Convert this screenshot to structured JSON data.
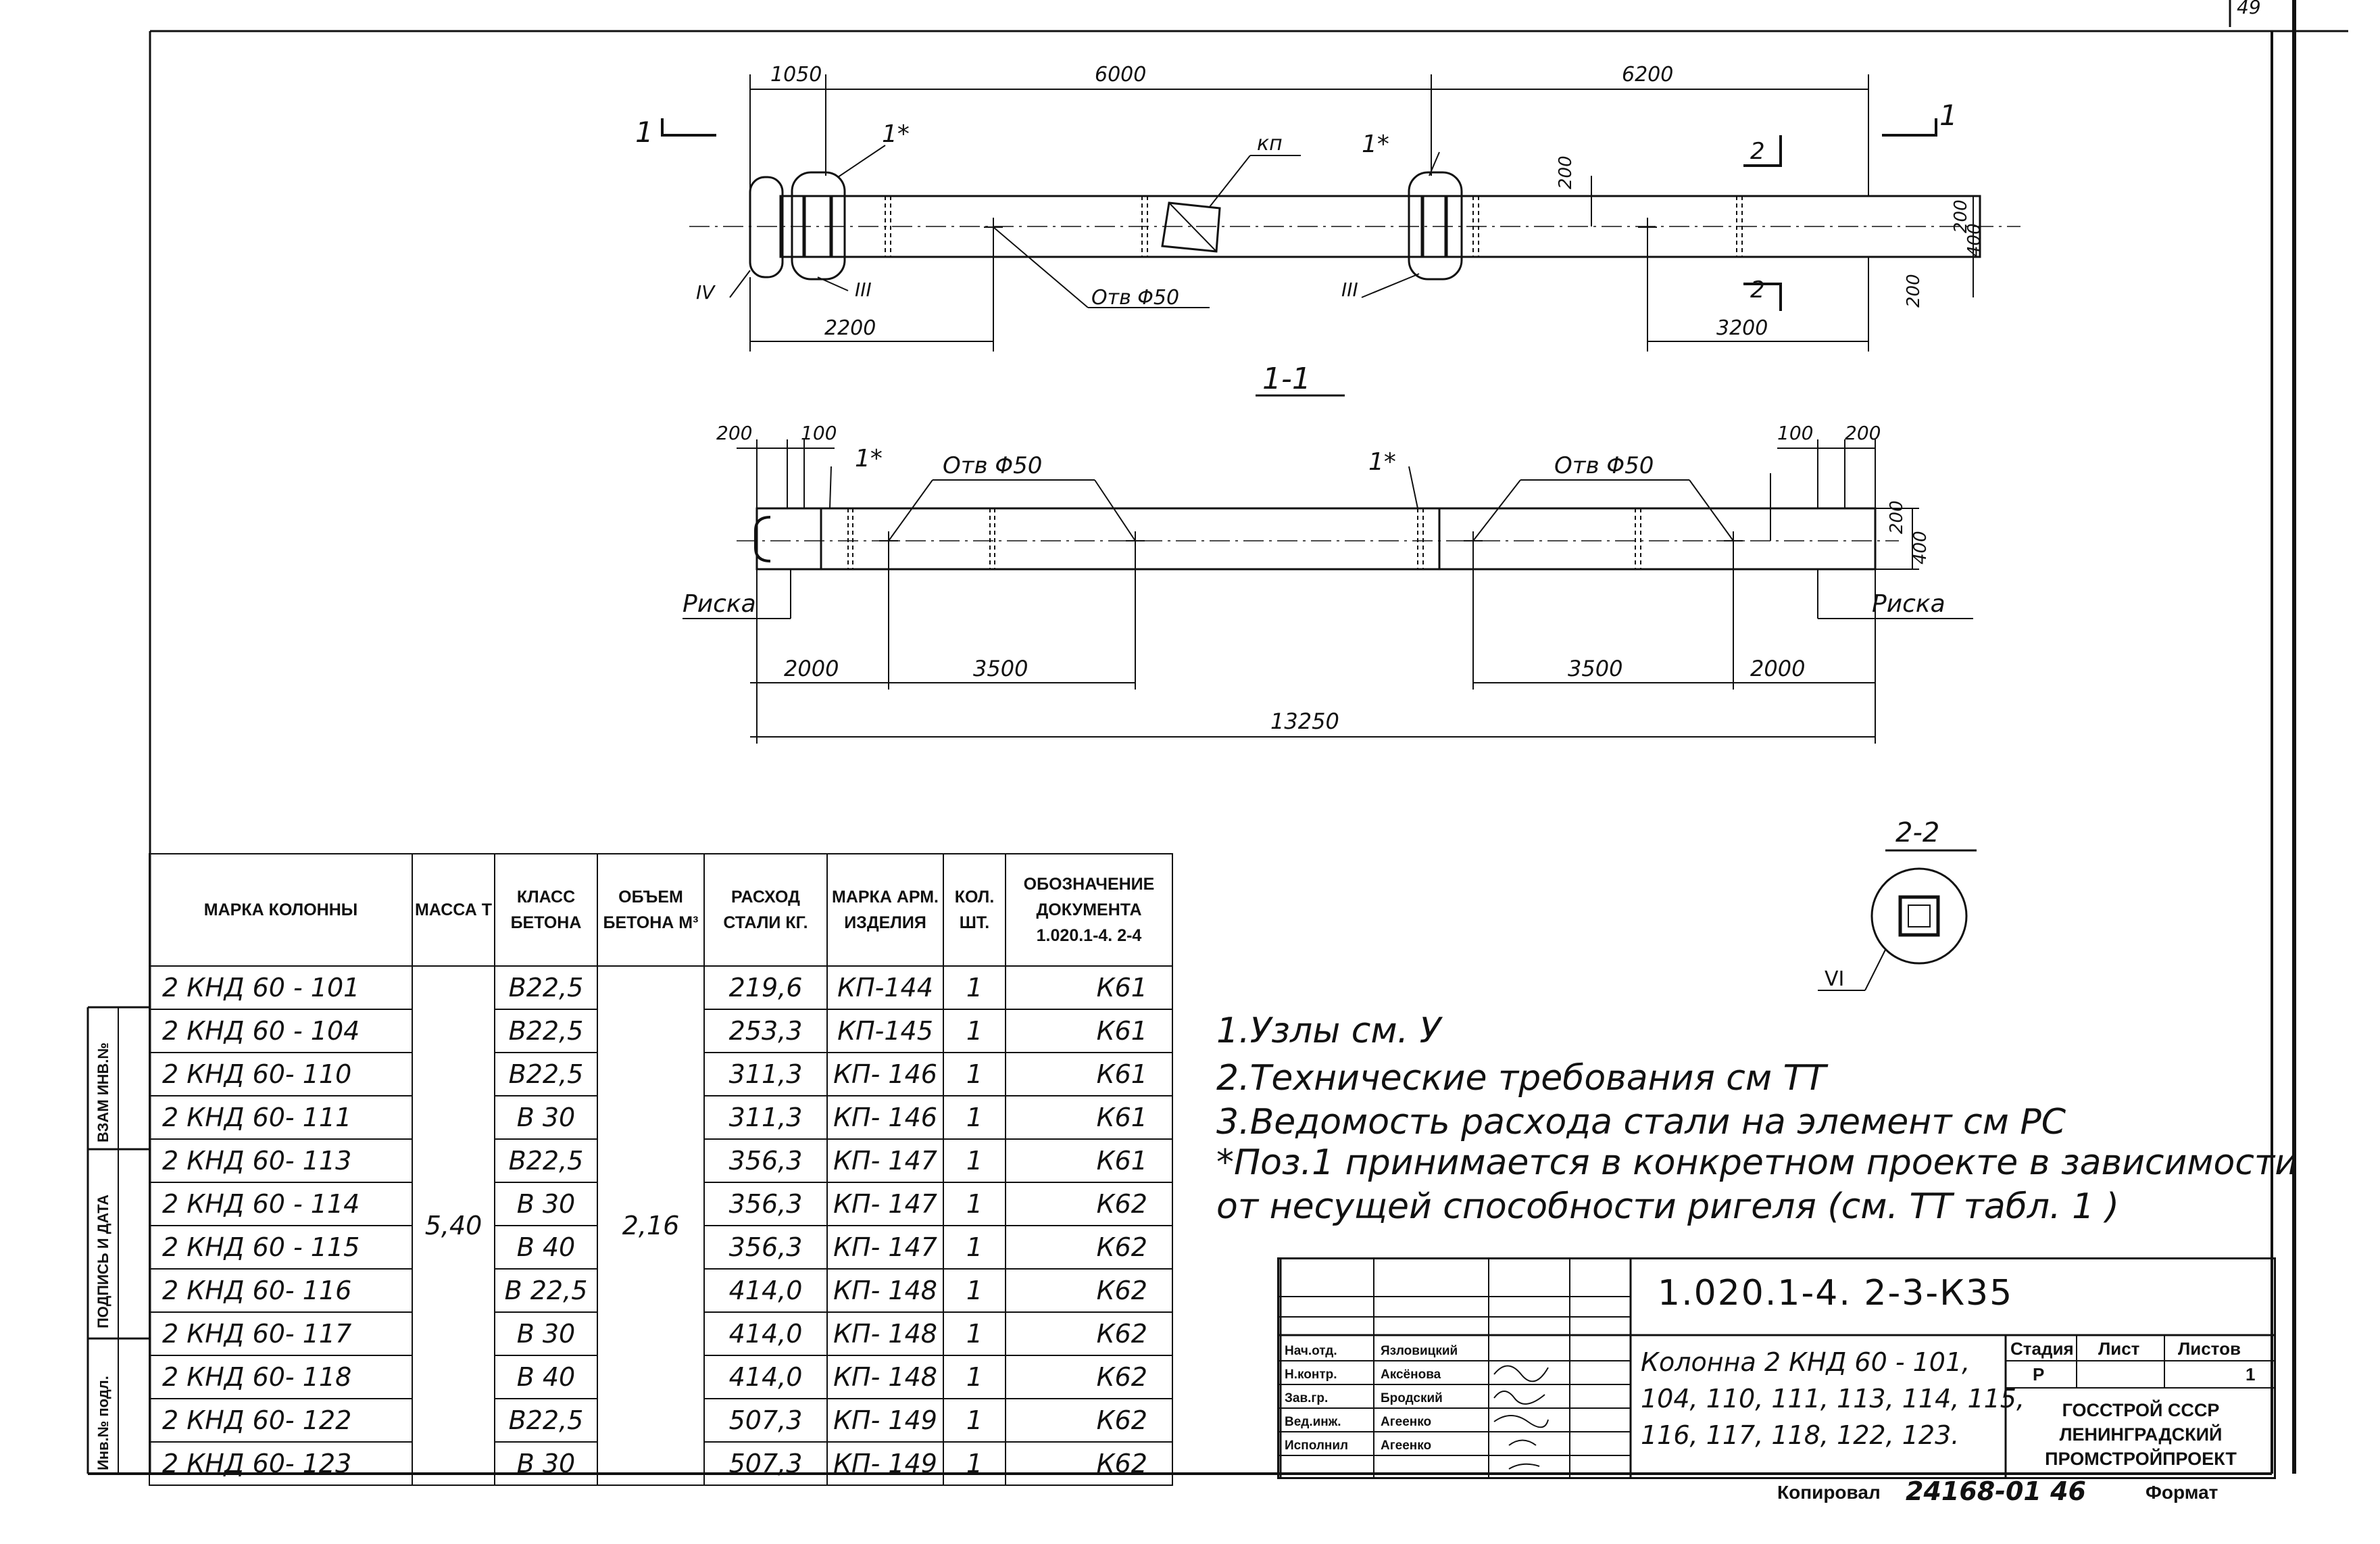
{
  "page_number": "49",
  "drawing": {
    "section_1_1": {
      "cut_mark": "1",
      "cut_mark_right": "1",
      "dims_top": [
        "1050",
        "6000",
        "6200"
      ],
      "dims_bottom": [
        "2200",
        "3200"
      ],
      "dims_right": [
        "200",
        "400",
        "200"
      ],
      "dim_inner": "200",
      "callouts": [
        "1*",
        "1*",
        "кп"
      ],
      "node_labels": [
        "IV",
        "III",
        "III"
      ],
      "section_2": "2",
      "hole_label": "Отв Φ50",
      "title": "1-1"
    },
    "elevation": {
      "dims_top_left": [
        "200",
        "100"
      ],
      "dims_top_right": [
        "100",
        "200"
      ],
      "dims_right": [
        "200",
        "400"
      ],
      "callouts": [
        "1*",
        "1*"
      ],
      "hole_labels": [
        "Отв Φ50",
        "Отв Φ50"
      ],
      "risk_left": "Риска",
      "risk_right": "Риска",
      "dims_bottom": [
        "2000",
        "3500",
        "3500",
        "2000"
      ],
      "total_length": "13250"
    },
    "section_2_2": {
      "title": "2-2",
      "node_label": "VI"
    }
  },
  "spec_table": {
    "headers": [
      "МАРКА КОЛОННЫ",
      "МАССА Т",
      "КЛАСС БЕТОНА",
      "ОБЪЕМ БЕТОНА М³",
      "РАСХОД СТАЛИ КГ.",
      "МАРКА АРМ. ИЗДЕЛИЯ",
      "КОЛ. ШТ.",
      "ОБОЗНАЧЕНИЕ ДОКУМЕНТА 1.020.1-4. 2-4"
    ],
    "mass": "5,40",
    "volume": "2,16",
    "rows": [
      {
        "mark": "2 КНД 60 - 101",
        "cls": "В22,5",
        "steel": "219,6",
        "arm": "КП-144",
        "qty": "1",
        "doc": "К61"
      },
      {
        "mark": "2 КНД 60 - 104",
        "cls": "В22,5",
        "steel": "253,3",
        "arm": "КП-145",
        "qty": "1",
        "doc": "К61"
      },
      {
        "mark": "2 КНД 60- 110",
        "cls": "В22,5",
        "steel": "311,3",
        "arm": "КП- 146",
        "qty": "1",
        "doc": "К61"
      },
      {
        "mark": "2 КНД 60- 111",
        "cls": "В 30",
        "steel": "311,3",
        "arm": "КП- 146",
        "qty": "1",
        "doc": "К61"
      },
      {
        "mark": "2 КНД 60- 113",
        "cls": "В22,5",
        "steel": "356,3",
        "arm": "КП- 147",
        "qty": "1",
        "doc": "К61"
      },
      {
        "mark": "2 КНД 60 - 114",
        "cls": "В 30",
        "steel": "356,3",
        "arm": "КП- 147",
        "qty": "1",
        "doc": "К62"
      },
      {
        "mark": "2 КНД 60 - 115",
        "cls": "В 40",
        "steel": "356,3",
        "arm": "КП- 147",
        "qty": "1",
        "doc": "К62"
      },
      {
        "mark": "2 КНД 60- 116",
        "cls": "В 22,5",
        "steel": "414,0",
        "arm": "КП- 148",
        "qty": "1",
        "doc": "К62"
      },
      {
        "mark": "2 КНД 60- 117",
        "cls": "В 30",
        "steel": "414,0",
        "arm": "КП- 148",
        "qty": "1",
        "doc": "К62"
      },
      {
        "mark": "2 КНД 60- 118",
        "cls": "В 40",
        "steel": "414,0",
        "arm": "КП- 148",
        "qty": "1",
        "doc": "К62"
      },
      {
        "mark": "2 КНД 60- 122",
        "cls": "В22,5",
        "steel": "507,3",
        "arm": "КП- 149",
        "qty": "1",
        "doc": "К62"
      },
      {
        "mark": "2 КНД 60- 123",
        "cls": "В 30",
        "steel": "507,3",
        "arm": "КП- 149",
        "qty": "1",
        "doc": "К62"
      }
    ]
  },
  "side_stamp": {
    "inv": "ВЗАМ ИНВ.№",
    "sign": "ПОДПИСЬ И ДАТА",
    "orig": "Инв.№ подл."
  },
  "notes": [
    "1.Узлы см. У",
    "2.Технические требования см ТТ",
    "3.Ведомость расхода стали на элемент см РС",
    " *Поз.1 принимается в конкретном проекте в зависимости",
    "от несущей способности ригеля (см. ТТ табл. 1 )"
  ],
  "title_block": {
    "code": "1.020.1-4.  2-3-К35",
    "description_lines": [
      "Колонна 2 КНД 60 - 101,",
      "104, 110, 111, 113, 114, 115,",
      "116, 117, 118, 122, 123."
    ],
    "stage_header": "Стадия",
    "sheet_header": "Лист",
    "sheets_header": "Листов",
    "stage": "Р",
    "sheets": "1",
    "org_lines": [
      "ГОССТРОЙ СССР",
      "ЛЕНИНГРАДСКИЙ",
      "ПРОМСТРОЙПРОЕКТ"
    ],
    "roles": [
      "Нач.отд.",
      "Н.контр.",
      "Зав.гр.",
      "Вед.инж.",
      "Исполнил"
    ],
    "names": [
      "Язловицкий",
      "Аксёнова",
      "Бродский",
      "Агеенко",
      "Агеенко"
    ],
    "footer_left": "Копировал",
    "footer_number": "24168-01  46",
    "footer_right": "Формат"
  }
}
